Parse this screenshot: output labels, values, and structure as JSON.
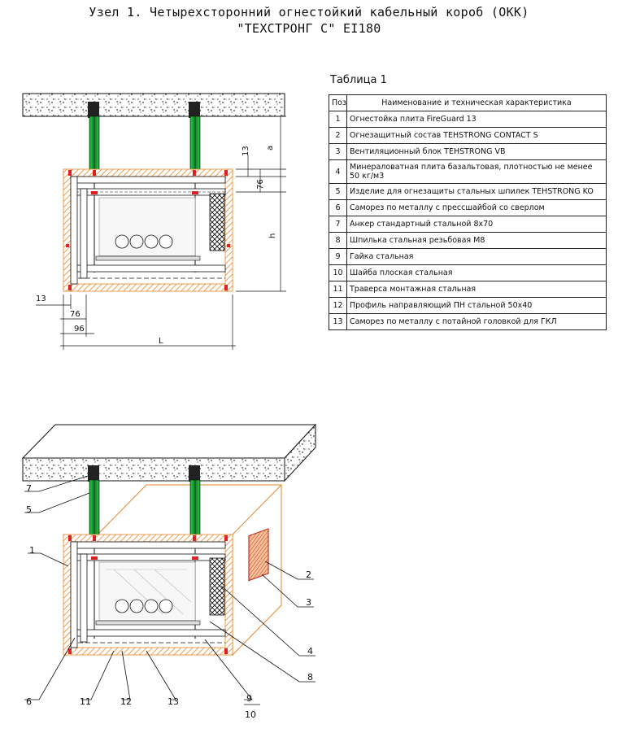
{
  "title": {
    "line1": "Узел 1. Четырехсторонний огнестойкий кабельный короб (ОКК)",
    "line2": "\"ТЕХСТРОНГ С\" EI180"
  },
  "table": {
    "caption": "Таблица 1",
    "headers": [
      "Поз.",
      "Наименование и техническая характеристика"
    ],
    "rows": [
      {
        "pos": "1",
        "name": "Огнестойка плита FireGuard 13"
      },
      {
        "pos": "2",
        "name": "Огнезащитный состав TEHSTRONG CONTACT S"
      },
      {
        "pos": "3",
        "name": "Вентиляционный блок TEHSTRONG VB"
      },
      {
        "pos": "4",
        "name": "Минераловатная плита базальтовая, плотностью не менее 50 кг/м3"
      },
      {
        "pos": "5",
        "name": "Изделие для огнезащиты стальных шпилек TEHSTRONG KO"
      },
      {
        "pos": "6",
        "name": "Саморез по металлу с прессшайбой со сверлом"
      },
      {
        "pos": "7",
        "name": "Анкер стандартный стальной 8х70"
      },
      {
        "pos": "8",
        "name": "Шпилька стальная резьбовая М8"
      },
      {
        "pos": "9",
        "name": "Гайка стальная"
      },
      {
        "pos": "10",
        "name": "Шайба плоская стальная"
      },
      {
        "pos": "11",
        "name": "Траверса монтажная стальная"
      },
      {
        "pos": "12",
        "name": "Профиль направляющий ПН стальной 50х40"
      },
      {
        "pos": "13",
        "name": "Саморез по металлу с потайной головкой для ГКЛ"
      }
    ]
  },
  "section_dims": {
    "a": "a",
    "d13_top": "13",
    "d76_top": "76",
    "h": "h",
    "d13_left": "13",
    "d76_left": "76",
    "d96": "96",
    "L": "L"
  },
  "callouts": [
    "7",
    "5",
    "1",
    "2",
    "3",
    "4",
    "8",
    "6",
    "11",
    "12",
    "13",
    "9",
    "10"
  ],
  "colors": {
    "board": "#e8872a",
    "intumescent": "#1db43a",
    "fastener_red": "#e02020",
    "line": "#111111"
  }
}
